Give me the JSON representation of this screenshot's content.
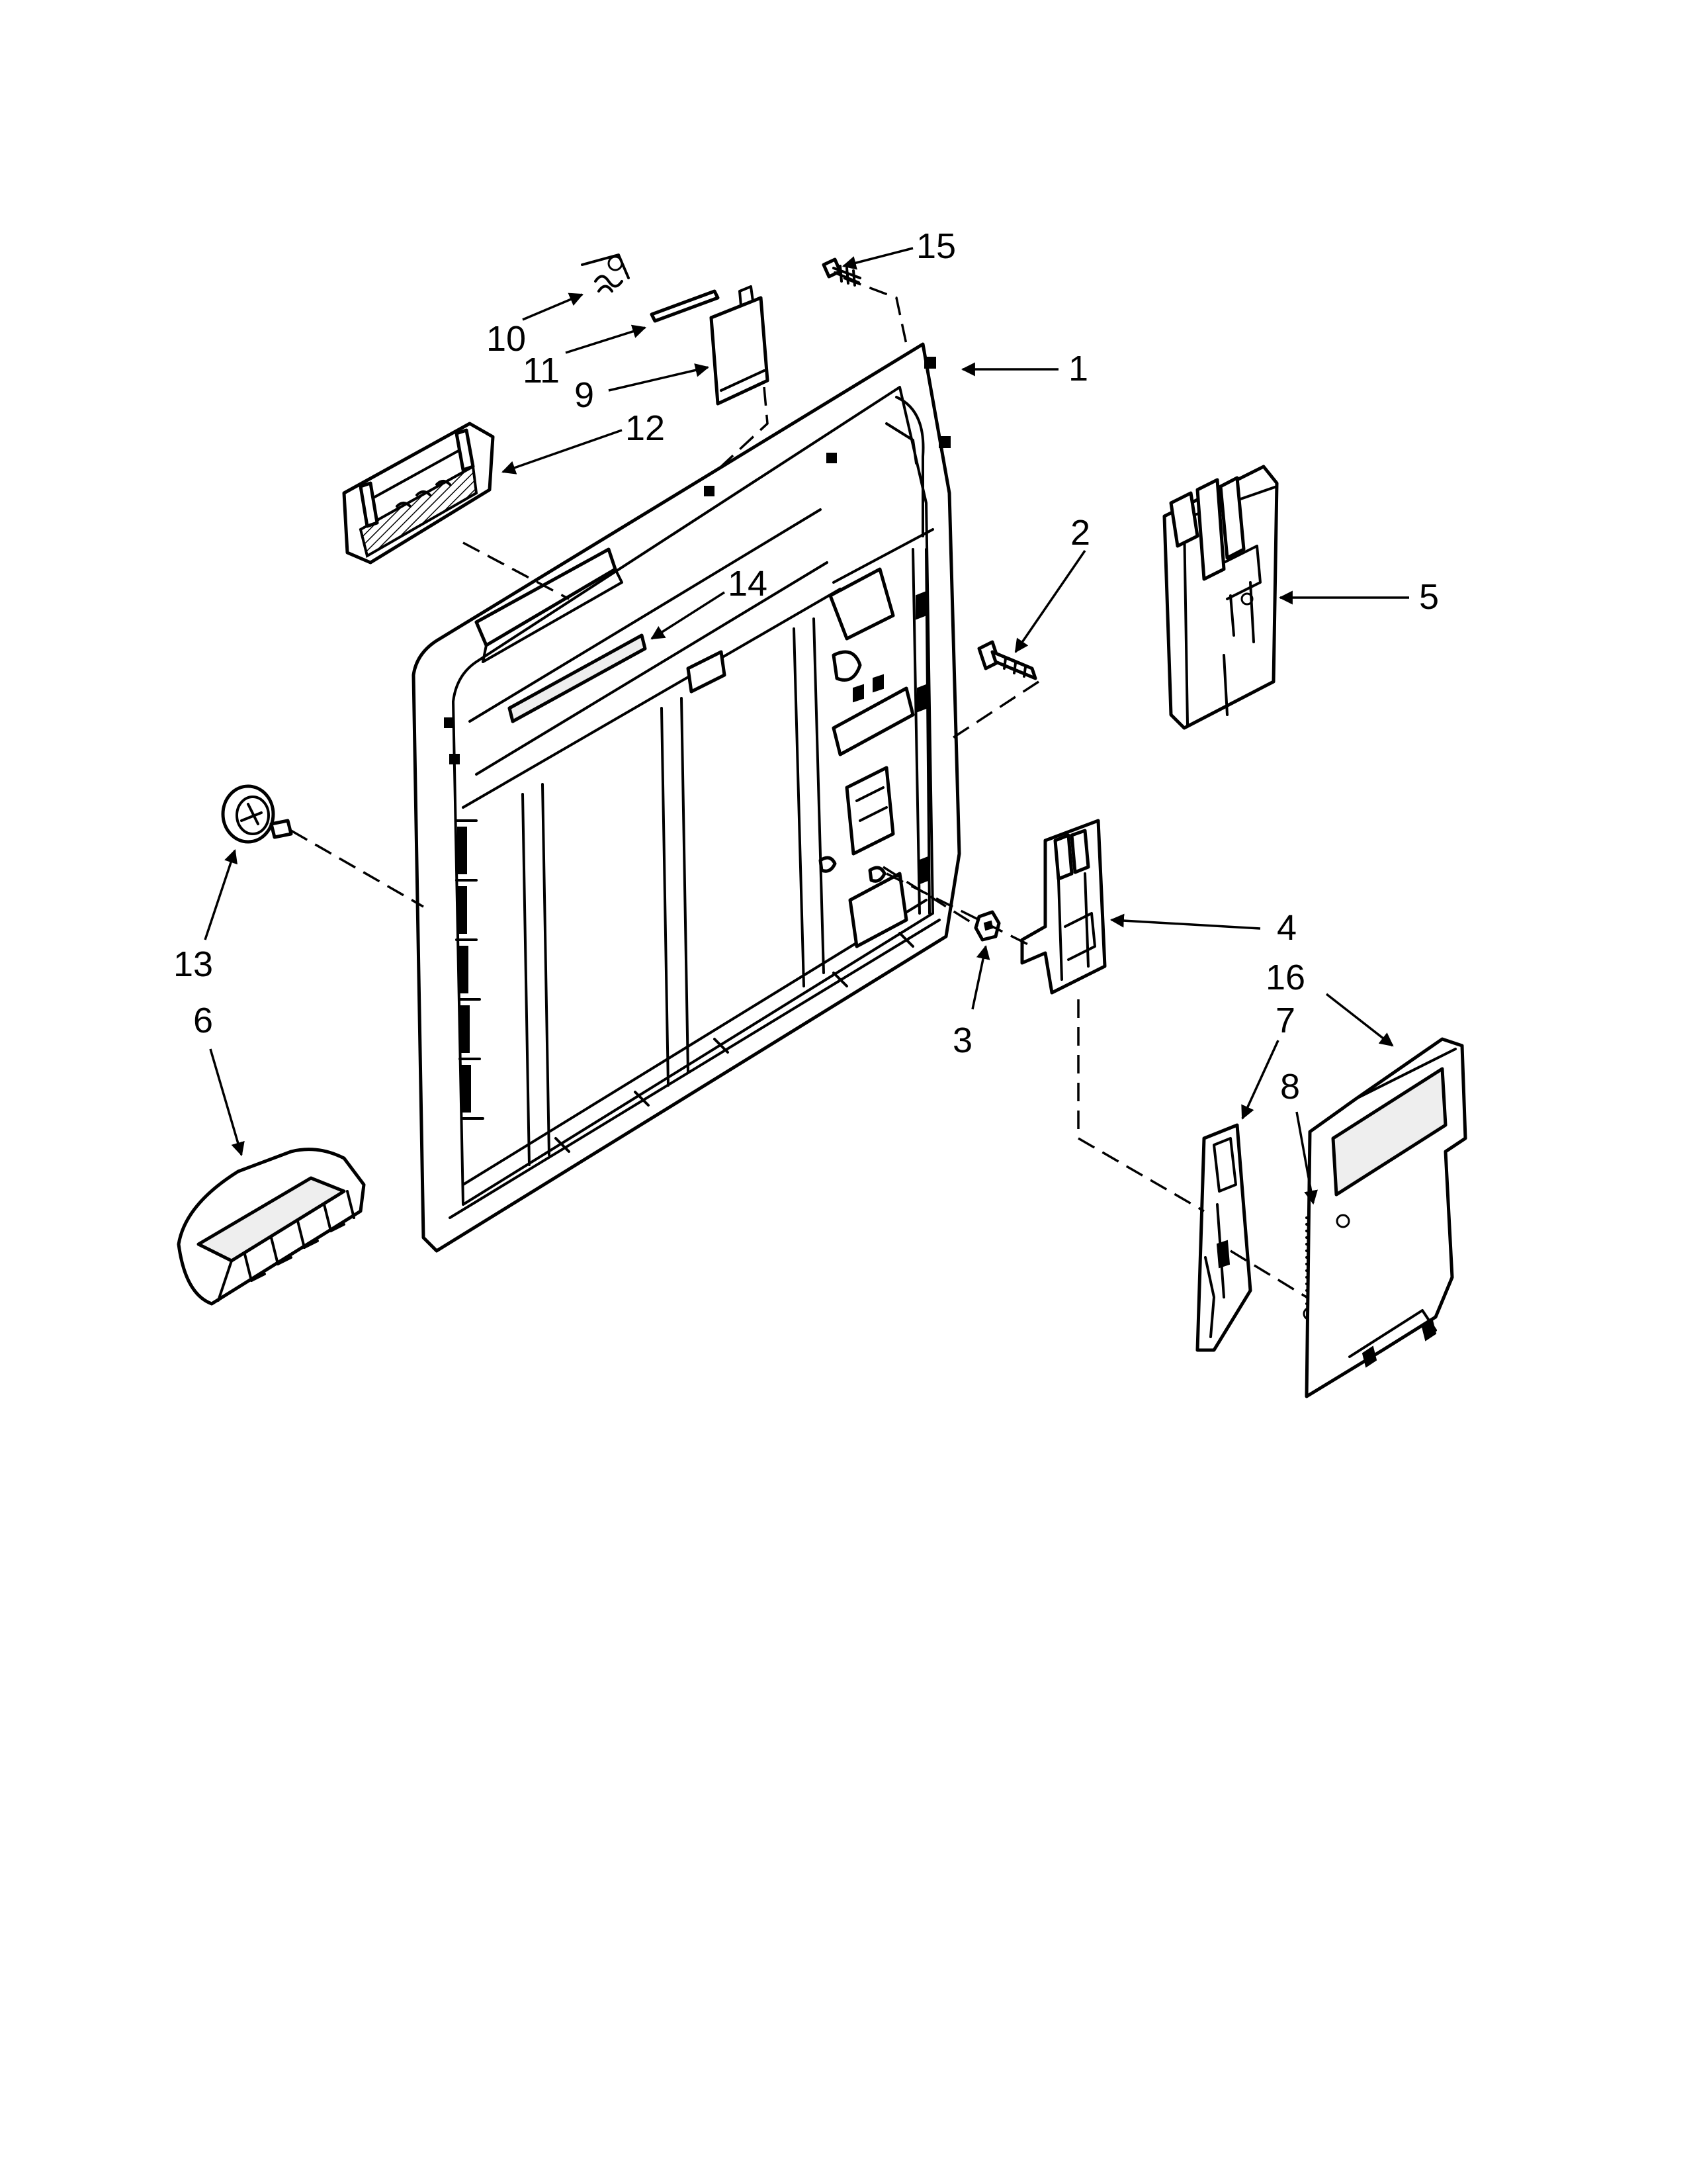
{
  "callouts": [
    {
      "id": "1",
      "label": "1"
    },
    {
      "id": "2",
      "label": "2"
    },
    {
      "id": "3",
      "label": "3"
    },
    {
      "id": "4",
      "label": "4"
    },
    {
      "id": "5",
      "label": "5"
    },
    {
      "id": "6",
      "label": "6"
    },
    {
      "id": "7",
      "label": "7"
    },
    {
      "id": "8",
      "label": "8"
    },
    {
      "id": "9",
      "label": "9"
    },
    {
      "id": "10",
      "label": "10"
    },
    {
      "id": "11",
      "label": "11"
    },
    {
      "id": "12",
      "label": "12"
    },
    {
      "id": "13",
      "label": "13"
    },
    {
      "id": "14",
      "label": "14"
    },
    {
      "id": "15",
      "label": "15"
    },
    {
      "id": "16",
      "label": "16"
    }
  ],
  "colors": {
    "line": "#000000",
    "background": "#ffffff",
    "shade": "#eeeeee"
  }
}
